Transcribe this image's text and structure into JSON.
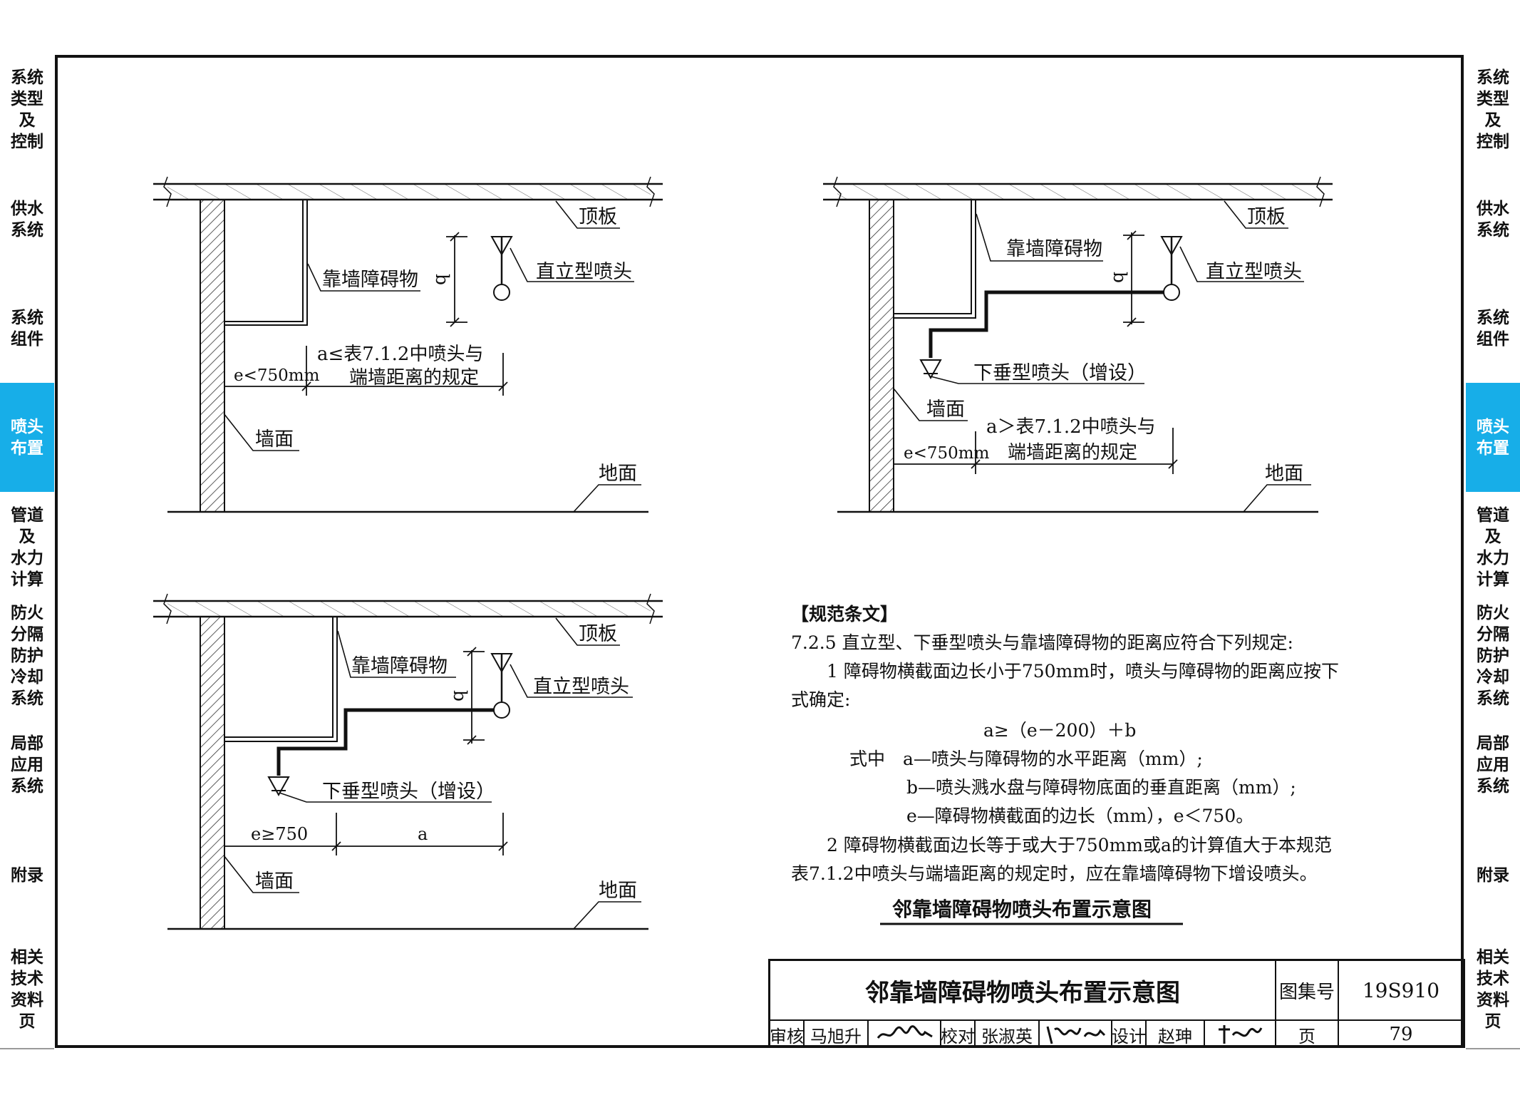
{
  "sidebar": {
    "tabs": [
      {
        "lines": [
          "系统",
          "类型",
          "及",
          "控制"
        ],
        "active": false
      },
      {
        "lines": [
          "供水",
          "系统"
        ],
        "active": false
      },
      {
        "lines": [
          "系统",
          "组件"
        ],
        "active": false
      },
      {
        "lines": [
          "喷头",
          "布置"
        ],
        "active": true
      },
      {
        "lines": [
          "管道",
          "及",
          "水力",
          "计算"
        ],
        "active": false
      },
      {
        "lines": [
          "防火",
          "分隔",
          "防护",
          "冷却",
          "系统"
        ],
        "active": false
      },
      {
        "lines": [
          "局部",
          "应用",
          "系统"
        ],
        "active": false
      },
      {
        "lines": [
          "附录"
        ],
        "active": false
      },
      {
        "lines": [
          "相关",
          "技术",
          "资料",
          "页"
        ],
        "active": false
      }
    ],
    "active_color": "#17aee8"
  },
  "diagram1": {
    "ceiling": "顶板",
    "obstruction": "靠墙障碍物",
    "sprinkler": "直立型喷头",
    "dim_b": "b",
    "dim_e": "e<750mm",
    "dim_a_line1": "a≤表7.1.2中喷头与",
    "dim_a_line2": "端墙距离的规定",
    "wall": "墙面",
    "floor": "地面"
  },
  "diagram2": {
    "ceiling": "顶板",
    "obstruction": "靠墙障碍物",
    "sprinkler": "直立型喷头",
    "pendent": "下垂型喷头（增设）",
    "dim_b": "b",
    "wall": "墙面",
    "dim_e": "e<750mm",
    "dim_a_line1": "a＞表7.1.2中喷头与",
    "dim_a_line2": "端墙距离的规定",
    "floor": "地面"
  },
  "diagram3": {
    "ceiling": "顶板",
    "obstruction": "靠墙障碍物",
    "sprinkler": "直立型喷头",
    "pendent": "下垂型喷头（增设）",
    "dim_b": "b",
    "dim_e": "e≥750",
    "dim_a": "a",
    "wall": "墙面",
    "floor": "地面"
  },
  "spec": {
    "heading": "【规范条文】",
    "lines": [
      "7.2.5 直立型、下垂型喷头与靠墙障碍物的距离应符合下列规定:",
      "　　1 障碍物横截面边长小于750mm时，喷头与障碍物的距离应按下",
      "式确定:",
      "a≥（e－200）＋b",
      "式中　a—喷头与障碍物的水平距离（mm）;",
      "b—喷头溅水盘与障碍物底面的垂直距离（mm）;",
      "e—障碍物横截面的边长（mm），e＜750。",
      "　　2 障碍物横截面边长等于或大于750mm或a的计算值大于本规范",
      "表7.1.2中喷头与端墙距离的规定时，应在靠墙障碍物下增设喷头。"
    ],
    "caption": "邻靠墙障碍物喷头布置示意图"
  },
  "title_block": {
    "title": "邻靠墙障碍物喷头布置示意图",
    "atlas_label": "图集号",
    "atlas_no": "19S910",
    "review_label": "审核",
    "review_name": "马旭升",
    "check_label": "校对",
    "check_name": "张淑英",
    "design_label": "设计",
    "design_name": "赵珅",
    "page_label": "页",
    "page_no": "79"
  }
}
